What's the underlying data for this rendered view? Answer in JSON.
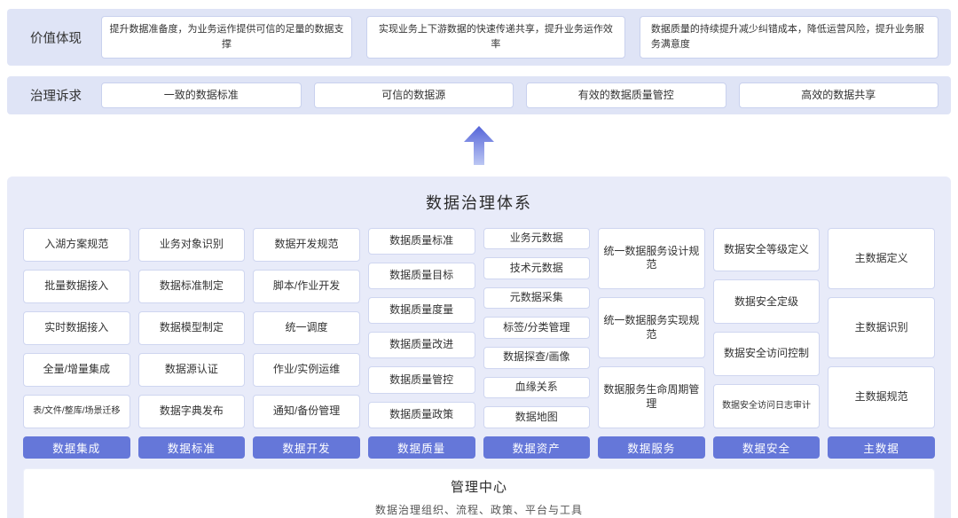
{
  "colors": {
    "band_bg": "#dfe4f6",
    "panel_bg": "#e8ebf9",
    "accent_button": "#6577d9",
    "box_border": "#cfd6f0"
  },
  "value_row": {
    "label": "价值体现",
    "items": [
      "提升数据准备度，为业务运作提供可信的足量的数据支撑",
      "实现业务上下游数据的快速传递共享，提升业务运作效率",
      "数据质量的持续提升减少纠错成本，降低运营风险，提升业务服务满意度"
    ]
  },
  "demand_row": {
    "label": "治理诉求",
    "items": [
      "一致的数据标准",
      "可信的数据源",
      "有效的数据质量管控",
      "高效的数据共享"
    ]
  },
  "icons": {
    "up_arrow": "arrow-up"
  },
  "system": {
    "title": "数据治理体系",
    "columns": [
      {
        "label": "数据集成",
        "items": [
          "入湖方案规范",
          "批量数据接入",
          "实时数据接入",
          "全量/增量集成",
          "表/文件/整库/场景迁移"
        ]
      },
      {
        "label": "数据标准",
        "items": [
          "业务对象识别",
          "数据标准制定",
          "数据模型制定",
          "数据源认证",
          "数据字典发布"
        ]
      },
      {
        "label": "数据开发",
        "items": [
          "数据开发规范",
          "脚本/作业开发",
          "统一调度",
          "作业/实例运维",
          "通知/备份管理"
        ]
      },
      {
        "label": "数据质量",
        "items": [
          "数据质量标准",
          "数据质量目标",
          "数据质量度量",
          "数据质量改进",
          "数据质量管控",
          "数据质量政策"
        ]
      },
      {
        "label": "数据资产",
        "items": [
          "业务元数据",
          "技术元数据",
          "元数据采集",
          "标签/分类管理",
          "数据探查/画像",
          "血缘关系",
          "数据地图"
        ]
      },
      {
        "label": "数据服务",
        "items": [
          "统一数据服务设计规范",
          "统一数据服务实现规范",
          "数据服务生命周期管理"
        ]
      },
      {
        "label": "数据安全",
        "items": [
          "数据安全等级定义",
          "数据安全定级",
          "数据安全访问控制",
          "数据安全访问日志审计"
        ]
      },
      {
        "label": "主数据",
        "items": [
          "主数据定义",
          "主数据识别",
          "主数据规范"
        ]
      }
    ]
  },
  "management": {
    "title": "管理中心",
    "subtitle": "数据治理组织、流程、政策、平台与工具"
  }
}
